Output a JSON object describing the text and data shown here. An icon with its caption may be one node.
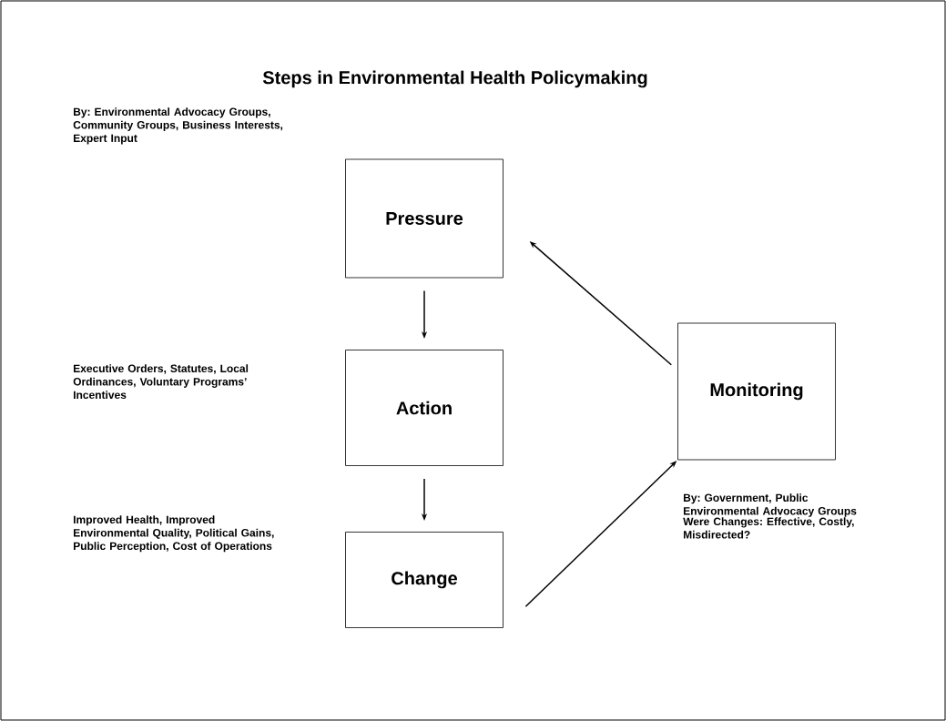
{
  "diagram": {
    "title": "Steps in Environmental Health Policymaking",
    "nodes": [
      {
        "text": [
          "Pressure"
        ]
      },
      {
        "text": [
          "Action"
        ]
      },
      {
        "text": [
          "Change"
        ]
      },
      {
        "text": [
          "Monitoring"
        ],
        "beside": [
          "By: Government, Public Environmental Advocacy Groups",
          "Were Changes: Effective, Costly, Misdirected?"
        ]
      }
    ],
    "edges": [
      {
        "from": 0,
        "to": 1,
        "arrow": "to"
      },
      {
        "from": 1,
        "to": 2,
        "arrow": "to"
      },
      {
        "from": 2,
        "to": 3,
        "arrow": "to"
      },
      {
        "from": 3,
        "to": 0,
        "arrow": "to"
      }
    ],
    "labels": [
      "By: Environmental Advocacy Groups, Community Groups, Business Interests, Expert Input",
      "Executive Orders, Statutes, Local Ordinances, Voluntary Programs’ Incentives",
      "Improved Health, Improved Environmental Quality, Political Gains, Public Perception, Cost of Operations"
    ]
  }
}
